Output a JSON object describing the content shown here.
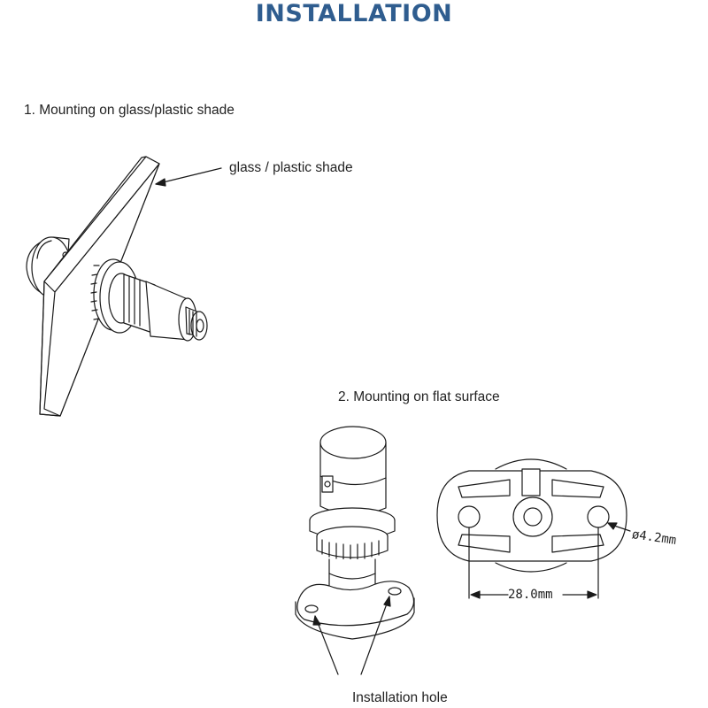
{
  "header": {
    "title": "INSTALLATION",
    "title_color": "#2f5d8f"
  },
  "section1": {
    "heading": "1. Mounting on glass/plastic shade",
    "callout": "glass / plastic shade"
  },
  "section2": {
    "heading": "2. Mounting on flat surface",
    "hole_dimension": "ø4.2mm",
    "spacing_dimension": "28.0mm",
    "callout": "Installation hole"
  }
}
